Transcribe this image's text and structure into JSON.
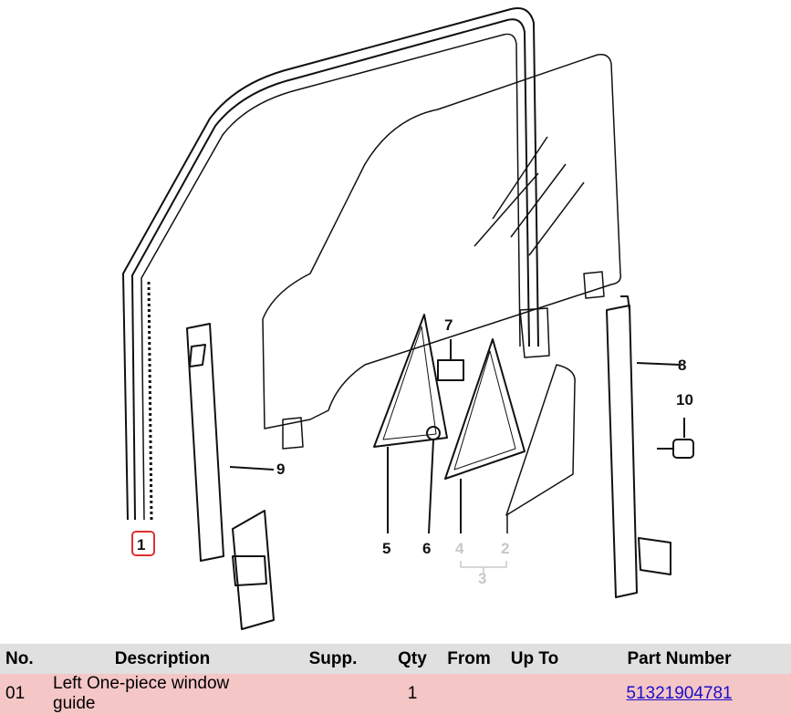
{
  "diagram": {
    "callouts": {
      "c1": "1",
      "c2": "2",
      "c3": "3",
      "c4": "4",
      "c5": "5",
      "c6": "6",
      "c7": "7",
      "c8": "8",
      "c9": "9",
      "c10": "10"
    },
    "highlight_color": "#e03030"
  },
  "table": {
    "headers": [
      "No.",
      "Description",
      "Supp.",
      "Qty",
      "From",
      "Up To",
      "Part Number"
    ],
    "rows": [
      {
        "no": "01",
        "description": "Left One-piece window guide",
        "supp": "",
        "qty": "1",
        "from": "",
        "up_to": "",
        "part_number": "51321904781"
      }
    ]
  }
}
